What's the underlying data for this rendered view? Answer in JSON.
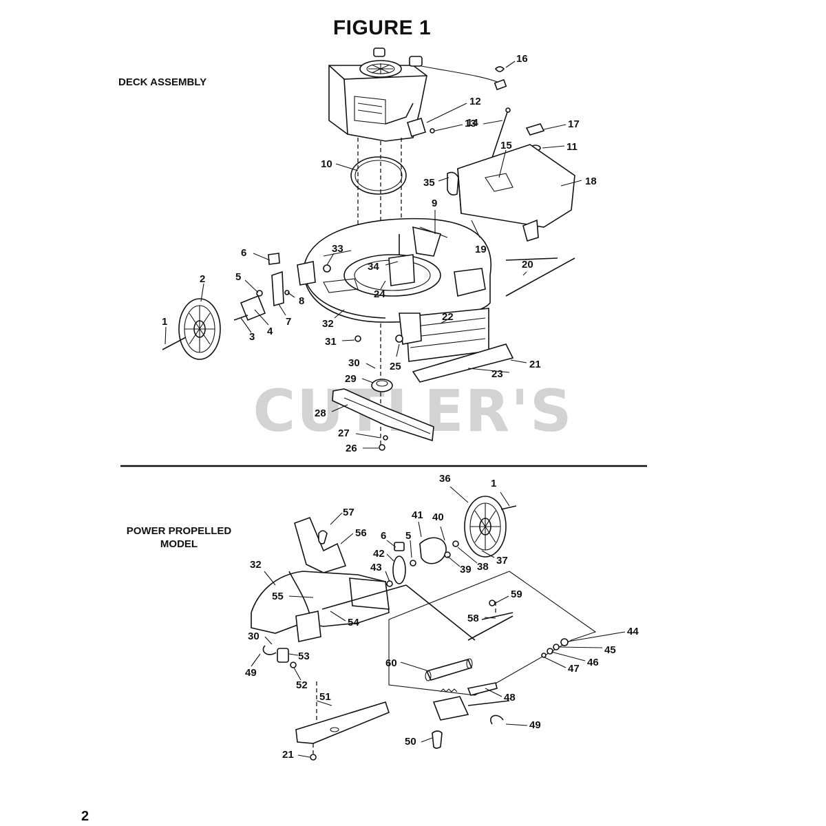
{
  "title": "FIGURE 1",
  "sections": {
    "deck": "DECK ASSEMBLY",
    "power_line1": "POWER PROPELLED",
    "power_line2": "MODEL"
  },
  "watermark": "CUTLER'S",
  "page_number": "2",
  "callouts_deck": [
    "16",
    "12",
    "13",
    "14",
    "17",
    "11",
    "15",
    "18",
    "10",
    "35",
    "9",
    "19",
    "6",
    "33",
    "34",
    "2",
    "5",
    "8",
    "24",
    "20",
    "7",
    "4",
    "3",
    "1",
    "32",
    "22",
    "31",
    "21",
    "25",
    "30",
    "23",
    "29",
    "28",
    "27",
    "26"
  ],
  "callouts_power": [
    "36",
    "1",
    "57",
    "41",
    "40",
    "56",
    "6",
    "5",
    "37",
    "42",
    "39",
    "38",
    "43",
    "32",
    "55",
    "59",
    "58",
    "54",
    "44",
    "30",
    "45",
    "53",
    "46",
    "49",
    "47",
    "60",
    "52",
    "51",
    "48",
    "49",
    "50",
    "21"
  ]
}
